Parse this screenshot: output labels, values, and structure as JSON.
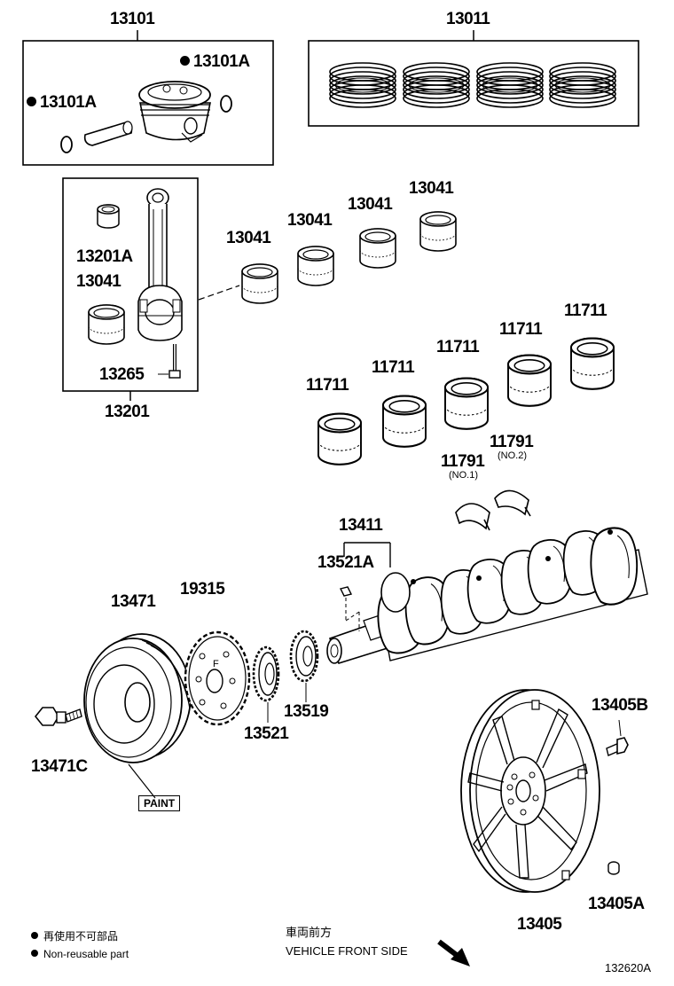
{
  "diagram": {
    "labels": {
      "piston_kit": "13101",
      "piston_ring_set": "13011",
      "snap_ring_right": "13101A",
      "snap_ring_left": "13101A",
      "conrod_bushing": "13201A",
      "conrod_bearing_inner": "13041",
      "conrod_bolt": "13265",
      "conrod_assy": "13201",
      "conrod_bearing_1": "13041",
      "conrod_bearing_2": "13041",
      "conrod_bearing_3": "13041",
      "conrod_bearing_4": "13041",
      "main_bearing_1": "11711",
      "main_bearing_2": "11711",
      "main_bearing_3": "11711",
      "main_bearing_4": "11711",
      "main_bearing_5": "11711",
      "thrust_washer_1": "11791",
      "thrust_washer_1_sub": "(NO.1)",
      "thrust_washer_2": "11791",
      "thrust_washer_2_sub": "(NO.2)",
      "crankshaft": "13411",
      "crank_key": "13521A",
      "pulley": "13471",
      "pulley_bolt": "13471C",
      "signal_plate": "19315",
      "timing_gear": "13521",
      "oil_pump_gear": "13519",
      "drive_plate_bolt": "13405B",
      "drive_plate": "13405",
      "drive_plate_spacer": "13405A",
      "paint": "PAINT"
    },
    "legend": {
      "non_reusable_jp": "再使用不可部品",
      "non_reusable_en": "Non-reusable part"
    },
    "front": {
      "jp": "車両前方",
      "en": "VEHICLE FRONT SIDE"
    },
    "illustration_code": "132620A"
  }
}
